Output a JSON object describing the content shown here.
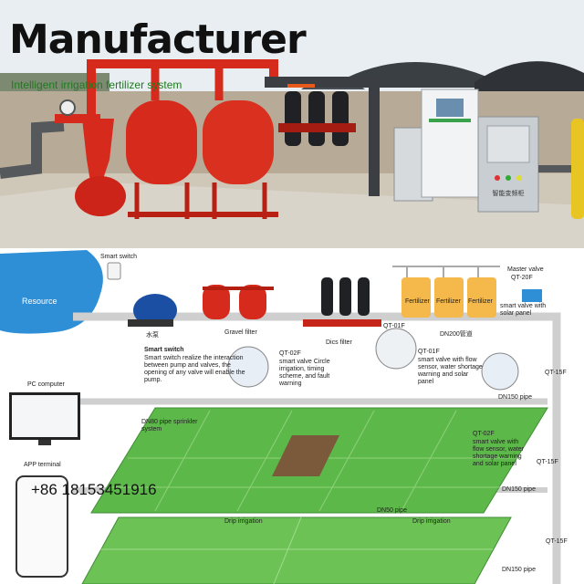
{
  "header": {
    "title": "Manufacturer",
    "subtitle": "Intelligent irrigation fertilizer system"
  },
  "contact": {
    "phone": "+86 18153451916"
  },
  "photo": {
    "controller_label": "智能变频柜"
  },
  "diagram": {
    "resource": "Resource",
    "smart_switch_top": "Smart switch",
    "pump_label": "水泵",
    "gravel_filter": "Gravel filter",
    "discs_filter": "Dics filter",
    "fertilizers": [
      "Fertilizer",
      "Fertilizer",
      "Fertilizer"
    ],
    "dn200": "DN200管道",
    "master_valve": "Master valve",
    "master_valve_model": "QT-20F",
    "master_valve_desc": "smart valve with solar panel",
    "smart_switch_title": "Smart switch",
    "smart_switch_desc": "Smart switch realize the interaction between pump and valves, the opening of any valve will enable the pump.",
    "qt02f_top": "QT-02F",
    "qt02f_top_desc": "smart valve Circle irrigation, timing scheme, and fault warning",
    "qt01f_a": "QT-01F",
    "qt01f_b": "QT-01F",
    "qt01f_desc": "smart valve with flow sensor, water shortage warning and solar panel",
    "qt15f_1": "QT-15F",
    "dn150_1": "DN150 pipe",
    "pc_computer": "PC computer",
    "dn80": "DN80 pipe sprinkler system",
    "qt02f_right": "QT-02F",
    "qt02f_right_desc": "smart valve with flow sensor, water shortage warning and solar panel",
    "app_terminal": "APP terminal",
    "qt15f_2": "QT-15F",
    "dn150_2": "DN150 pipe",
    "drip_1": "Drip irrigation",
    "dn50": "DN50 pipe",
    "drip_2": "Drip irrigation",
    "qt15f_3": "QT-15F",
    "dn150_3": "DN150 pipe"
  },
  "colors": {
    "tank_red": "#d62a1c",
    "field_green": "#5db84a",
    "water_blue": "#2f8fd6",
    "pipe_grey": "#c9c9c9"
  }
}
